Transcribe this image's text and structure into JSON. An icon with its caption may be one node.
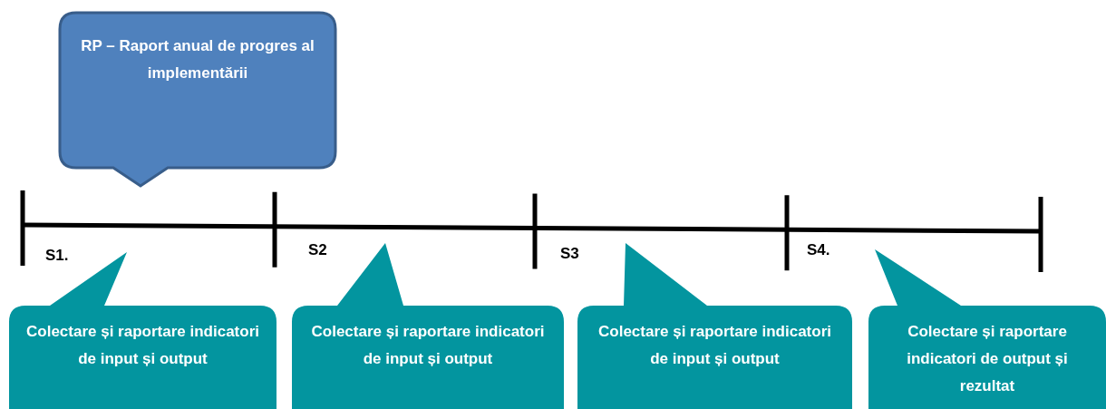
{
  "diagram": {
    "nodes": [
      {
        "text": [
          "RP – Raport anual de progres al implementării"
        ]
      },
      {
        "text": [
          "Colectare și raportare indicatori de input și output"
        ]
      },
      {
        "text": [
          "Colectare și raportare indicatori de input și output"
        ]
      },
      {
        "text": [
          "Colectare și raportare indicatori de input și output"
        ]
      },
      {
        "text": [
          "Colectare și raportare indicatori de output și rezultat"
        ]
      }
    ],
    "edges": [],
    "labels": [
      "S1.",
      "S2",
      "S3",
      "S4."
    ]
  }
}
